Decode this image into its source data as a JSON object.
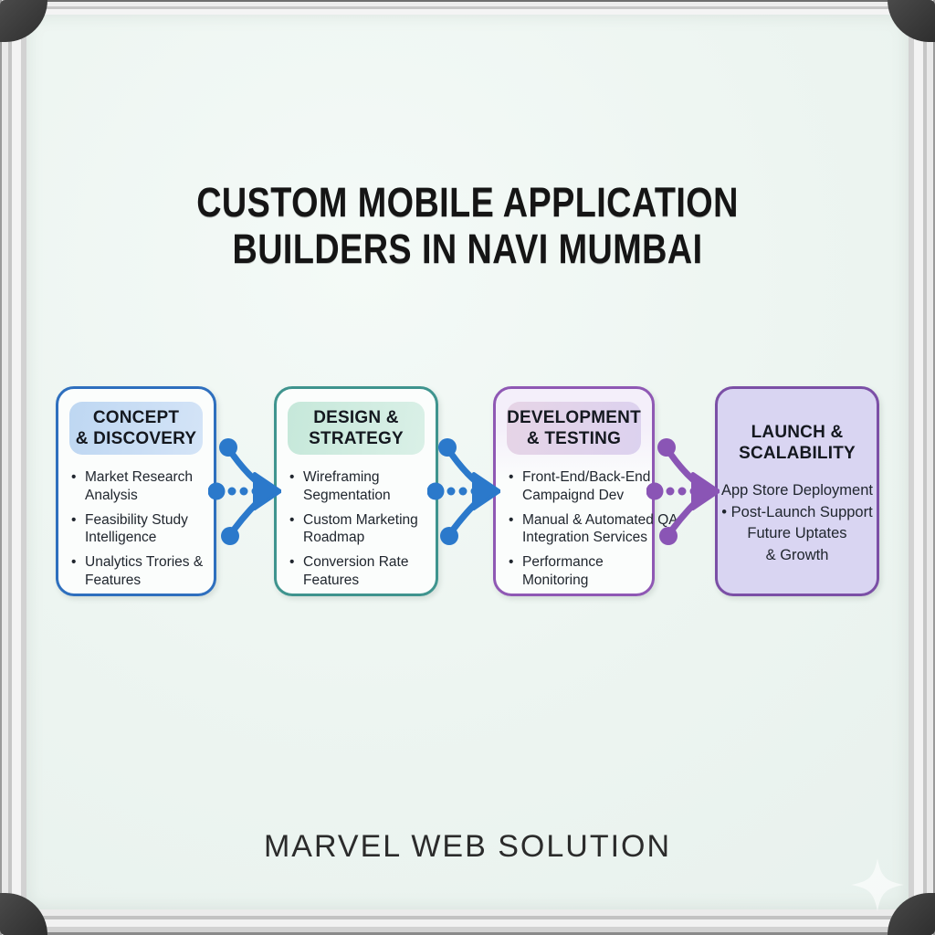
{
  "title": {
    "lines": [
      "CUSTOM MOBILE APPLICATION",
      "BUILDERS IN NAVI MUMBAI"
    ]
  },
  "steps": [
    {
      "title": [
        "CONCEPT",
        "& DISCOVERY"
      ],
      "accent_color": "#2e6fbe",
      "chip_color": "#c6dcf4",
      "bullets": [
        [
          "Market Research",
          "Analysis"
        ],
        [
          "Feasibility Study",
          "Intelligence"
        ],
        [
          "Unalytics Trories &",
          "Features"
        ]
      ]
    },
    {
      "title": [
        "DESIGN &",
        "STRATEGY"
      ],
      "accent_color": "#3f948e",
      "chip_color": "#c9e9dc",
      "bullets": [
        [
          "Wireframing",
          "Segmentation"
        ],
        [
          "Custom Marketing",
          "Roadmap"
        ],
        [
          "Conversion Rate",
          "Features"
        ]
      ]
    },
    {
      "title": [
        "DEVELOPMENT",
        "& TESTING"
      ],
      "accent_color": "#8f58b4",
      "chip_color": "#e0d2ec",
      "bullets": [
        [
          "Front-End/Back-End",
          "Campaignd Dev"
        ],
        [
          "Manual & Automated QA",
          "Integration Services"
        ],
        [
          "Performance",
          "Monitoring"
        ]
      ]
    },
    {
      "title": [
        "LAUNCH &",
        "SCALABILITY"
      ],
      "accent_color": "#7b4fa6",
      "fill_color": "#d9d5f2",
      "body_lines": [
        "App Store Deployment",
        "• Post-Launch Support",
        "Future Uptates",
        "& Growth"
      ]
    }
  ],
  "arrows": [
    {
      "name": "flow-arrow-1",
      "color": "#2b79cb"
    },
    {
      "name": "flow-arrow-2",
      "color": "#2b79cb"
    },
    {
      "name": "flow-arrow-3",
      "color": "#8a55b5"
    }
  ],
  "footer": {
    "brand": "MARVEL WEB SOLUTION"
  },
  "decor": {
    "board_background": "#edf5f1",
    "frame_style": "aluminium-whiteboard-frame",
    "corner_cap_color": "#383838",
    "sparkle_icon": "four-point-sparkle"
  }
}
